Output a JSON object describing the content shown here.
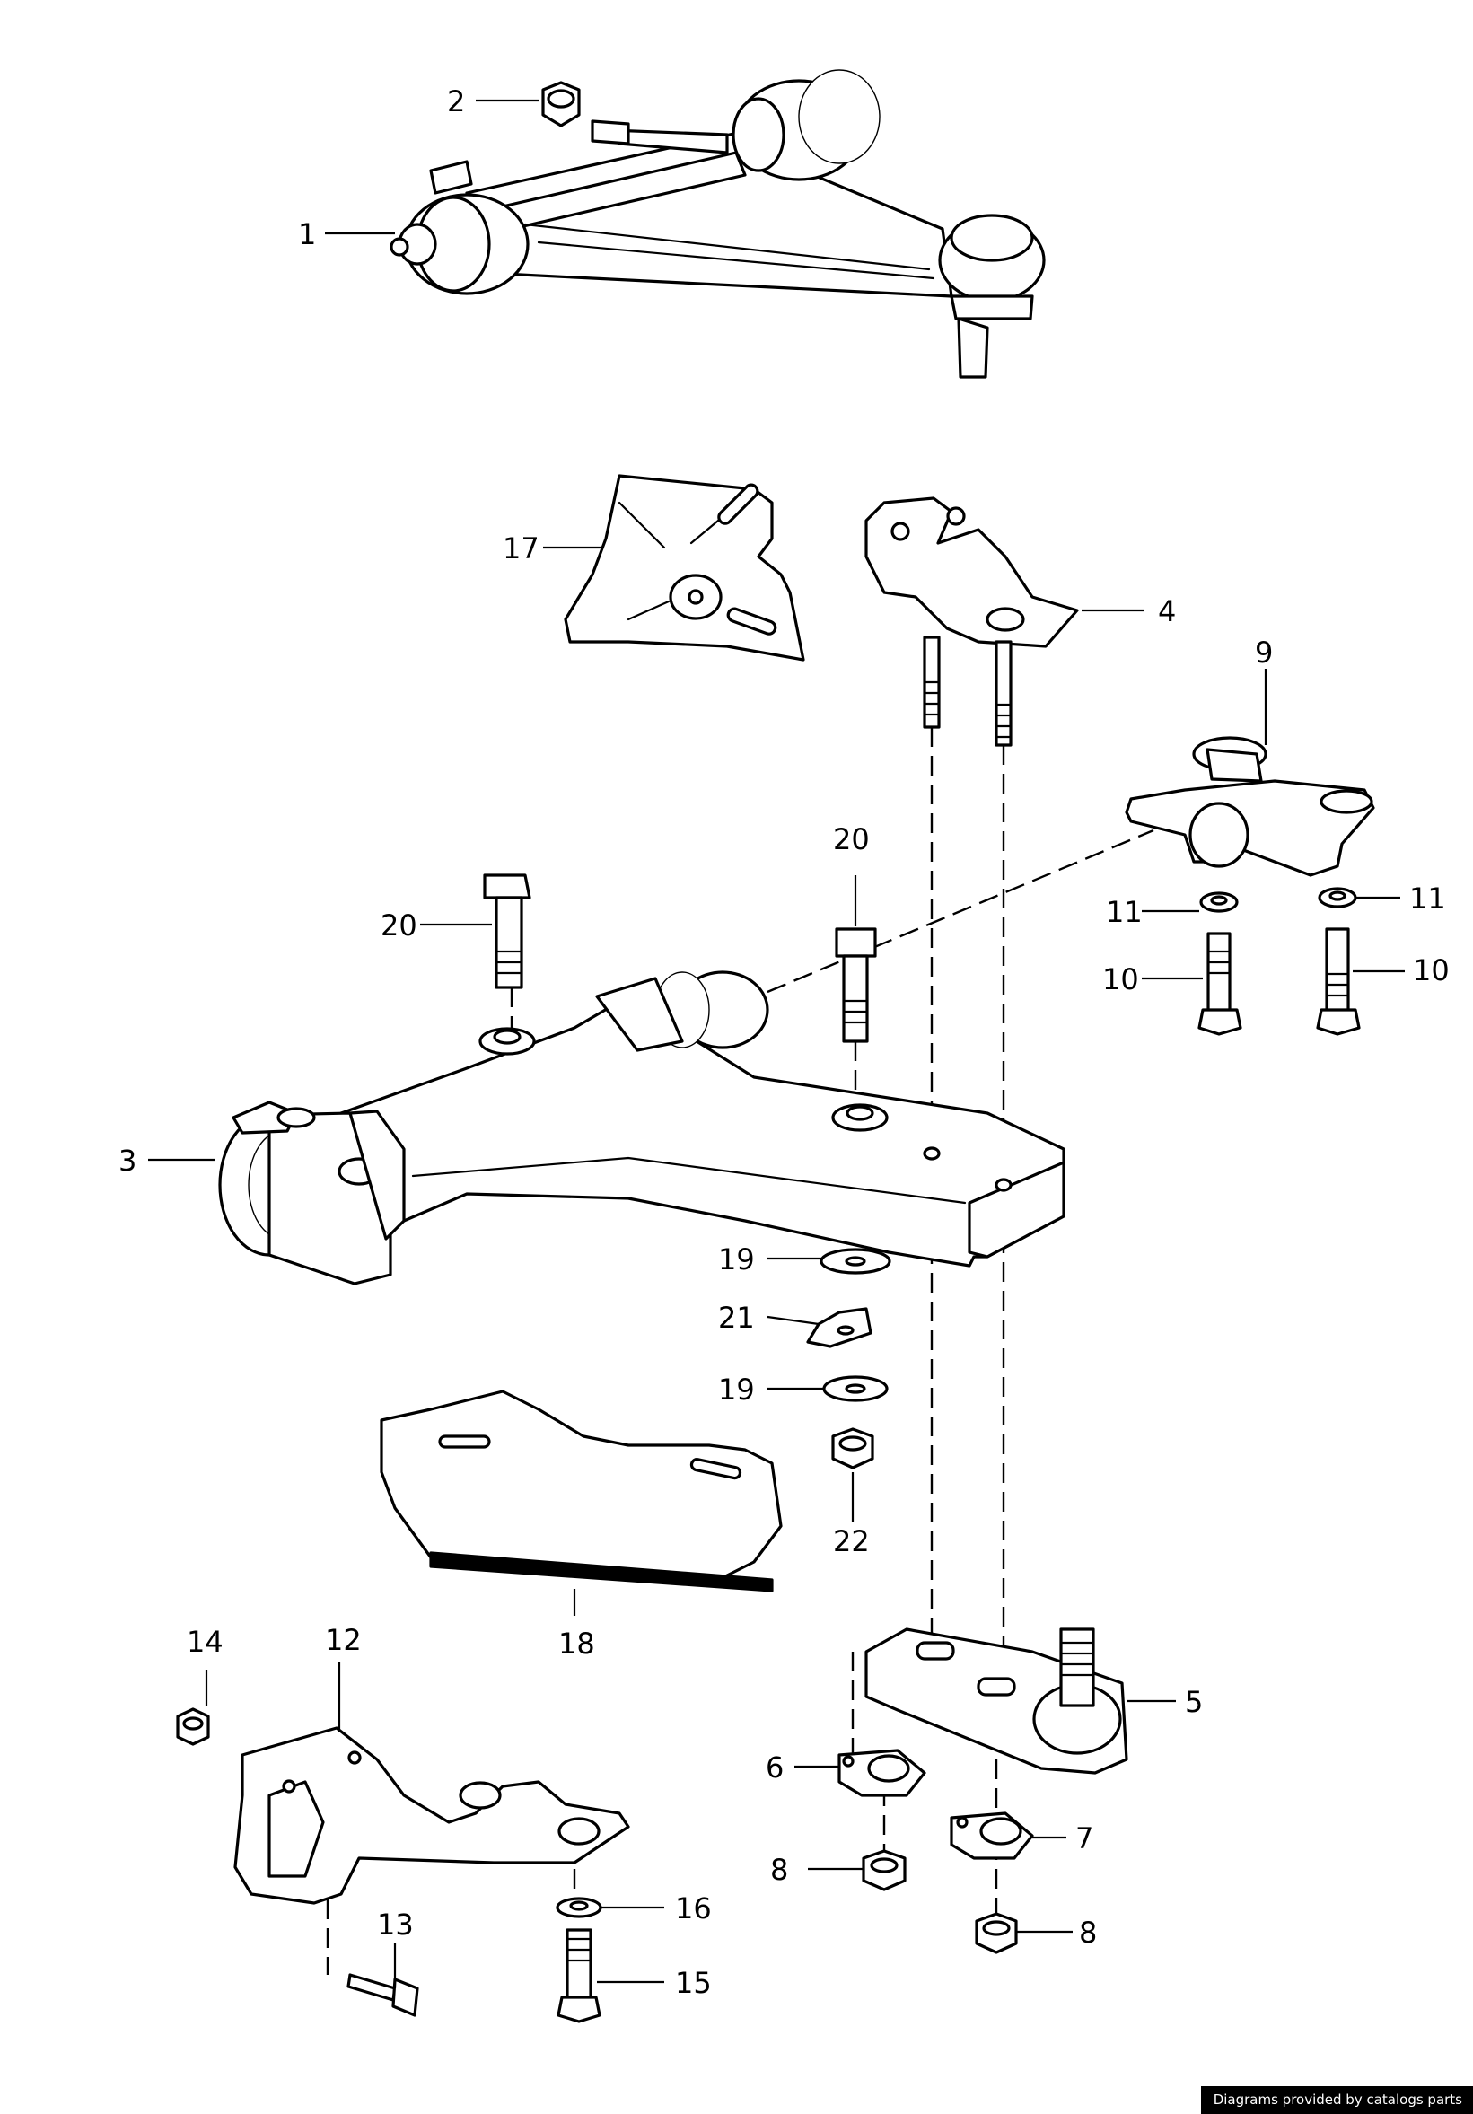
{
  "credit": "Diagrams provided by catalogs parts",
  "callouts": [
    {
      "id": "c1",
      "label": "1"
    },
    {
      "id": "c2",
      "label": "2"
    },
    {
      "id": "c3",
      "label": "3"
    },
    {
      "id": "c4",
      "label": "4"
    },
    {
      "id": "c5",
      "label": "5"
    },
    {
      "id": "c6",
      "label": "6"
    },
    {
      "id": "c7",
      "label": "7"
    },
    {
      "id": "c8a",
      "label": "8"
    },
    {
      "id": "c8b",
      "label": "8"
    },
    {
      "id": "c9",
      "label": "9"
    },
    {
      "id": "c10a",
      "label": "10"
    },
    {
      "id": "c10b",
      "label": "10"
    },
    {
      "id": "c11a",
      "label": "11"
    },
    {
      "id": "c11b",
      "label": "11"
    },
    {
      "id": "c12",
      "label": "12"
    },
    {
      "id": "c13",
      "label": "13"
    },
    {
      "id": "c14",
      "label": "14"
    },
    {
      "id": "c15",
      "label": "15"
    },
    {
      "id": "c16",
      "label": "16"
    },
    {
      "id": "c17",
      "label": "17"
    },
    {
      "id": "c18",
      "label": "18"
    },
    {
      "id": "c19a",
      "label": "19"
    },
    {
      "id": "c19b",
      "label": "19"
    },
    {
      "id": "c20a",
      "label": "20"
    },
    {
      "id": "c20b",
      "label": "20"
    },
    {
      "id": "c21",
      "label": "21"
    },
    {
      "id": "c22",
      "label": "22"
    }
  ]
}
